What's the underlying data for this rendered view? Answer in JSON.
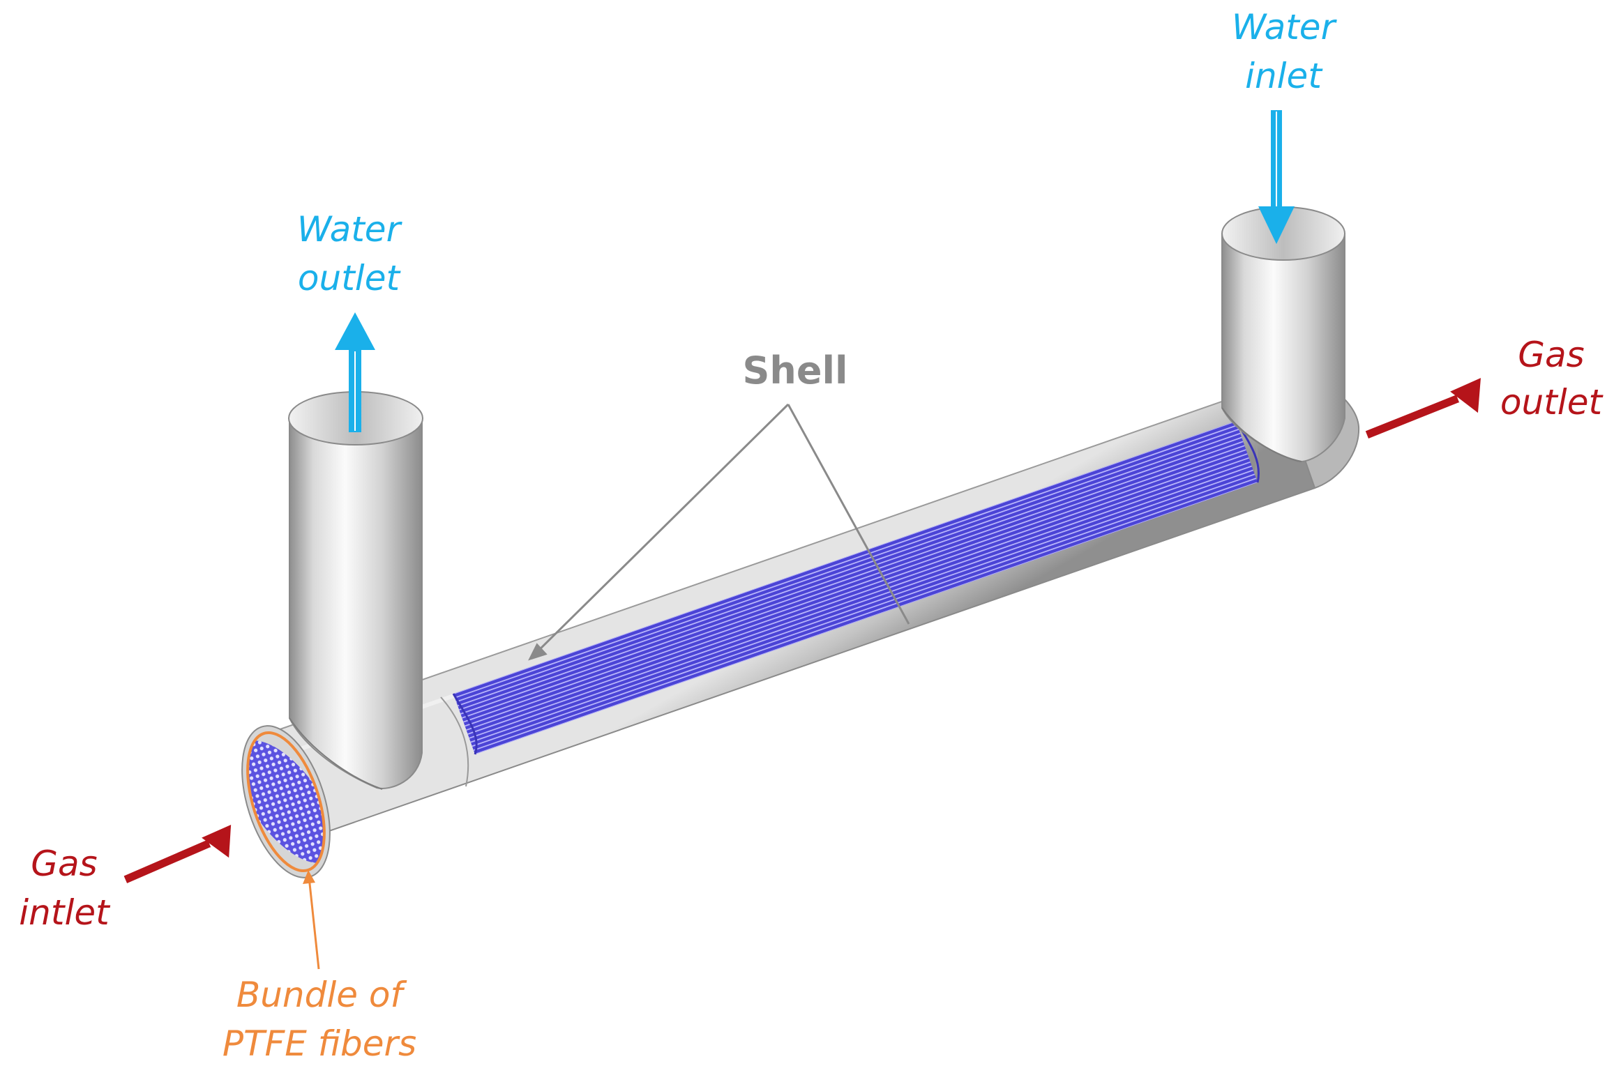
{
  "labels": {
    "water_inlet_line1": "Water",
    "water_inlet_line2": "inlet",
    "water_outlet_line1": "Water",
    "water_outlet_line2": "outlet",
    "gas_outlet_line1": "Gas",
    "gas_outlet_line2": "outlet",
    "gas_inlet_line1": "Gas",
    "gas_inlet_line2": "intlet",
    "bundle_line1": "Bundle of",
    "bundle_line2": "PTFE fibers",
    "shell": "Shell"
  },
  "colors": {
    "water": "#1ab0ea",
    "gas": "#b5141a",
    "fibers": "#4b44d6",
    "bundle": "#ef8a3c",
    "shell_label": "#8a8a8a",
    "metal": "#c9c9c9"
  },
  "icons": {
    "water_arrow": "arrow-icon",
    "gas_arrow": "double-line-arrow-icon"
  }
}
